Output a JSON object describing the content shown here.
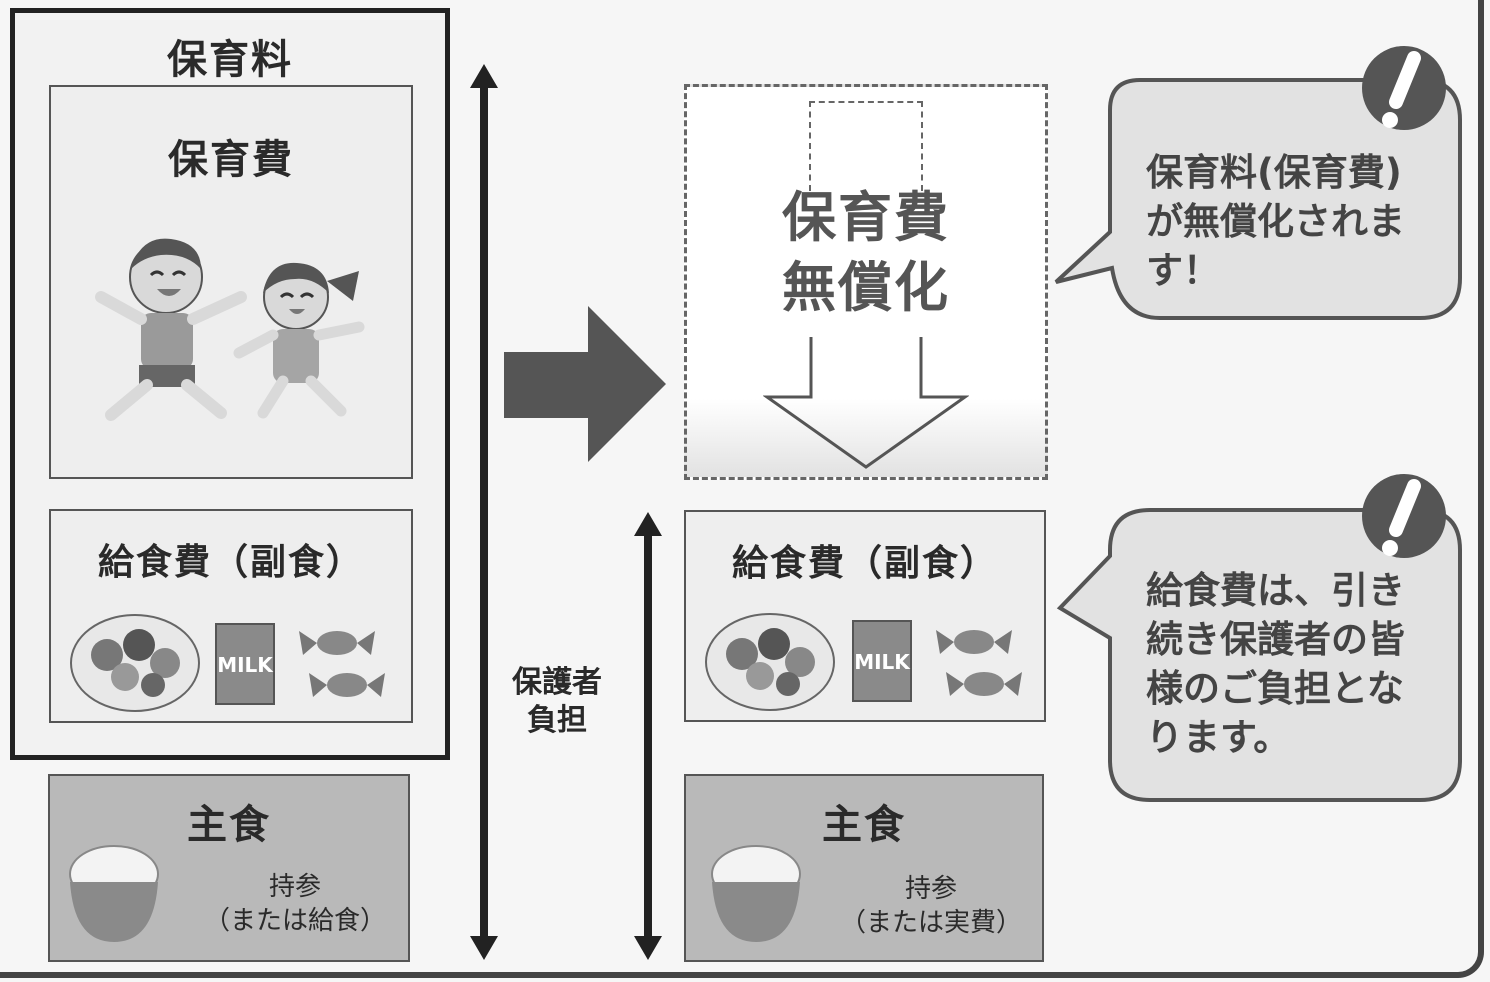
{
  "left": {
    "hoikuryo_title": "保育料",
    "hoikuhi_title": "保育費",
    "kyushokuhi_title": "給食費（副食）",
    "milk_label": "MILK",
    "shushoku_title": "主食",
    "shushoku_note_line1": "持参",
    "shushoku_note_line2": "（または給食）"
  },
  "middle": {
    "burden_line1": "保護者",
    "burden_line2": "負担"
  },
  "right": {
    "free_line1": "保育費",
    "free_line2": "無償化",
    "kyushokuhi_title": "給食費（副食）",
    "milk_label": "MILK",
    "shushoku_title": "主食",
    "shushoku_note_line1": "持参",
    "shushoku_note_line2": "（または実費）"
  },
  "callouts": {
    "top": [
      "保育料(保育費)",
      "が無償化されま",
      "す！"
    ],
    "bottom": [
      "給食費は、引き",
      "続き保護者の皆",
      "様のご負担とな",
      "ります。"
    ]
  },
  "colors": {
    "dark": "#222222",
    "grey_box": "#b9b9b9",
    "arrow": "#555555"
  }
}
